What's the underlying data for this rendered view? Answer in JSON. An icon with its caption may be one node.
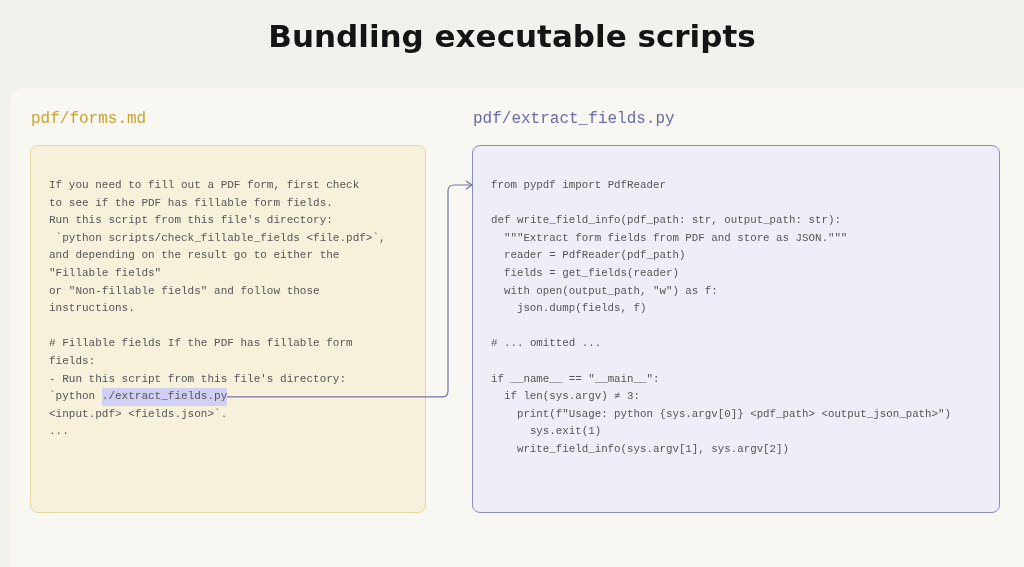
{
  "diagram": {
    "title": "Bundling executable scripts",
    "nodes": [
      {
        "text": [
          "pdf/forms.md",
          "If you need to fill out a PDF form, first check",
          "to see if the PDF has fillable form fields.",
          "Run this script from this file's directory:",
          "`python scripts/check_fillable_fields <file.pdf>`,",
          "and depending on the result go to either the",
          "\"Fillable fields\"",
          "or \"Non-fillable fields\" and follow those",
          "instructions.",
          "# Fillable fields If the PDF has fillable form",
          "fields:",
          "- Run this script from this file's directory:",
          "`python",
          "<input.pdf> <fields.json>`.",
          "..."
        ]
      },
      {
        "text": [
          "./extract_fields.py"
        ],
        "in": 0
      },
      {
        "text": [
          "pdf/extract_fields.py",
          "from pypdf import PdfReader",
          "def write_field_info(pdf_path: str, output_path: str):",
          "\"\"\"Extract form fields from PDF and store as JSON.\"\"\"",
          "reader = PdfReader(pdf_path)",
          "fields = get_fields(reader)",
          "with open(output_path, \"w\") as f:",
          "json.dump(fields, f)",
          "# ... omitted ...",
          "if __name__ == \"__main__\":",
          "if len(sys.argv) ≠ 3:",
          "print(f\"Usage: python {sys.argv[0]} <pdf_path> <output_json_path>\")",
          "sys.exit(1)",
          "write_field_info(sys.argv[1], sys.argv[2])"
        ]
      }
    ],
    "edges": [
      {
        "from": 1,
        "to": 2,
        "arrow": "to"
      }
    ]
  }
}
